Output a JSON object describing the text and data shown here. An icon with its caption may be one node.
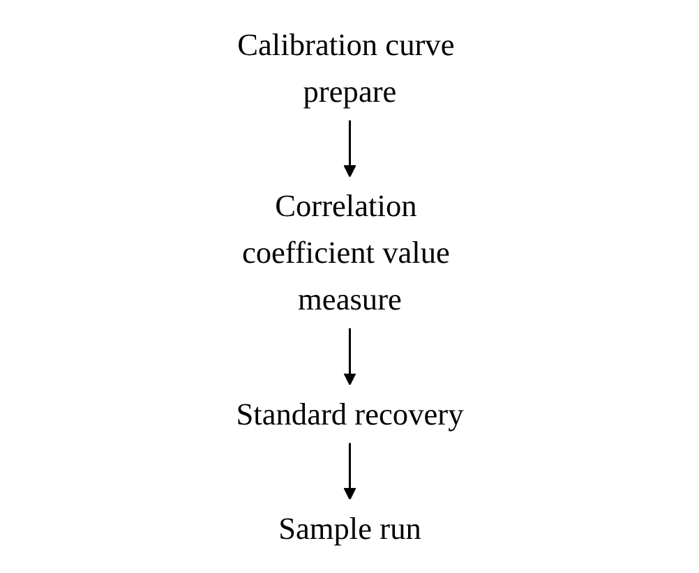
{
  "diagram": {
    "nodes": [
      {
        "text": [
          "Calibration curve prepare"
        ]
      },
      {
        "text": [
          "Correlation coefficient value measure"
        ]
      },
      {
        "text": [
          "Standard recovery"
        ]
      },
      {
        "text": [
          "Sample run"
        ]
      }
    ],
    "edges": [
      {
        "from": 0,
        "to": 1,
        "arrow": "to"
      },
      {
        "from": 1,
        "to": 2,
        "arrow": "to"
      },
      {
        "from": 2,
        "to": 3,
        "arrow": "to"
      }
    ]
  }
}
